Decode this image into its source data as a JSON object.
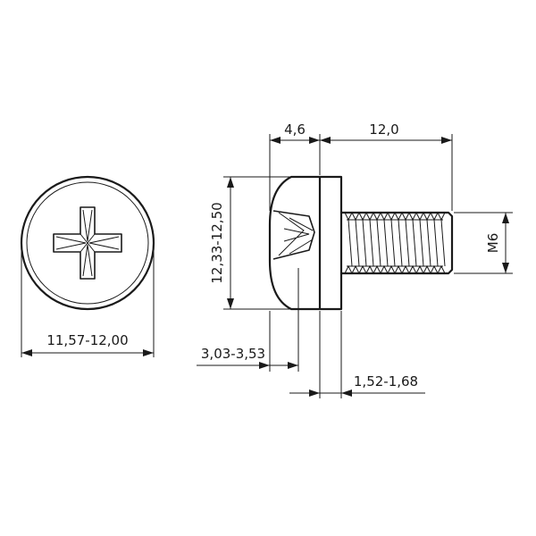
{
  "drawing": {
    "colors": {
      "line": "#1a1a1a",
      "background": "#ffffff"
    },
    "dimensions": {
      "head_diameter": "11,57-12,00",
      "head_height": "4,6",
      "thread_length": "12,0",
      "overall_height": "12,33-12,50",
      "head_thickness": "3,03-3,53",
      "washer_thickness": "1,52-1,68",
      "thread_size": "M6"
    }
  }
}
